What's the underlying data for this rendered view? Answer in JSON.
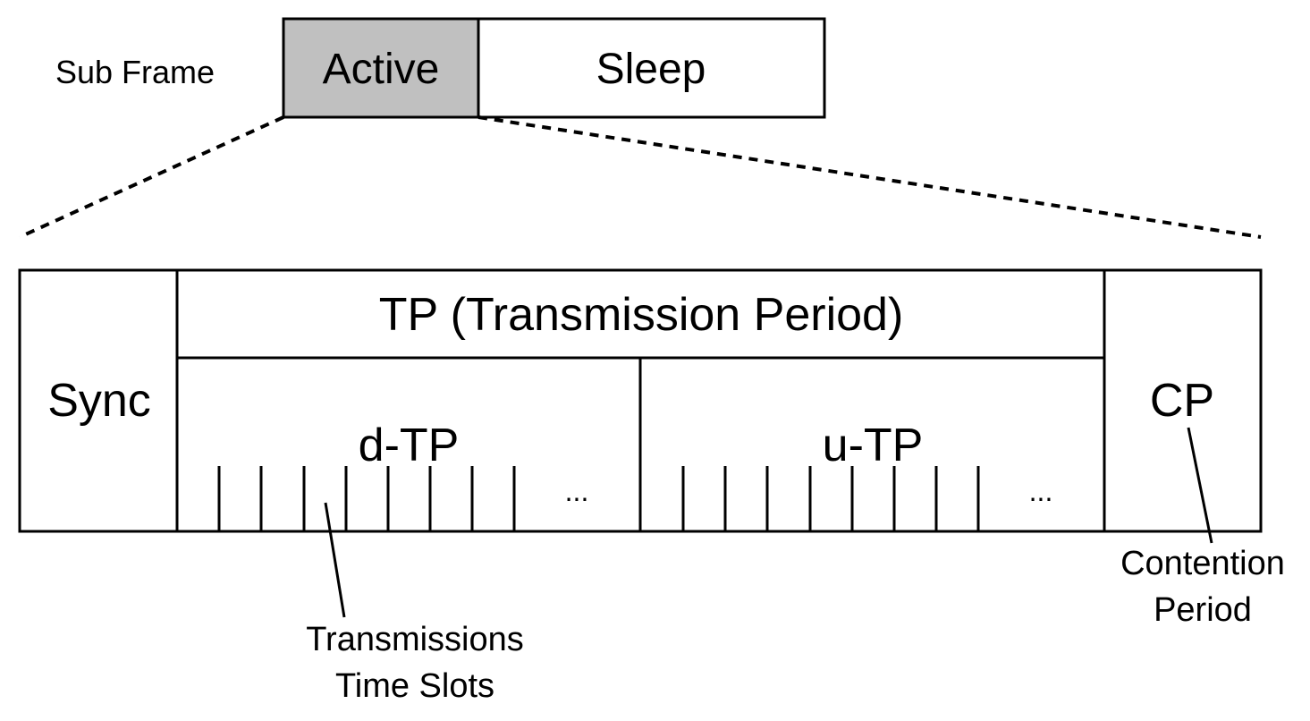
{
  "subframe": {
    "label": "Sub Frame",
    "active": "Active",
    "sleep": "Sleep"
  },
  "frame": {
    "sync": "Sync",
    "tp": "TP (Transmission Period)",
    "dtp": "d-TP",
    "utp": "u-TP",
    "cp": "CP",
    "ellipsis": "..."
  },
  "callouts": {
    "slots_line1": "Transmissions",
    "slots_line2": "Time Slots",
    "cp_line1": "Contention",
    "cp_line2": "Period"
  },
  "colors": {
    "active_fill": "#c0c0c0",
    "stroke": "#000000",
    "background": "#ffffff"
  }
}
